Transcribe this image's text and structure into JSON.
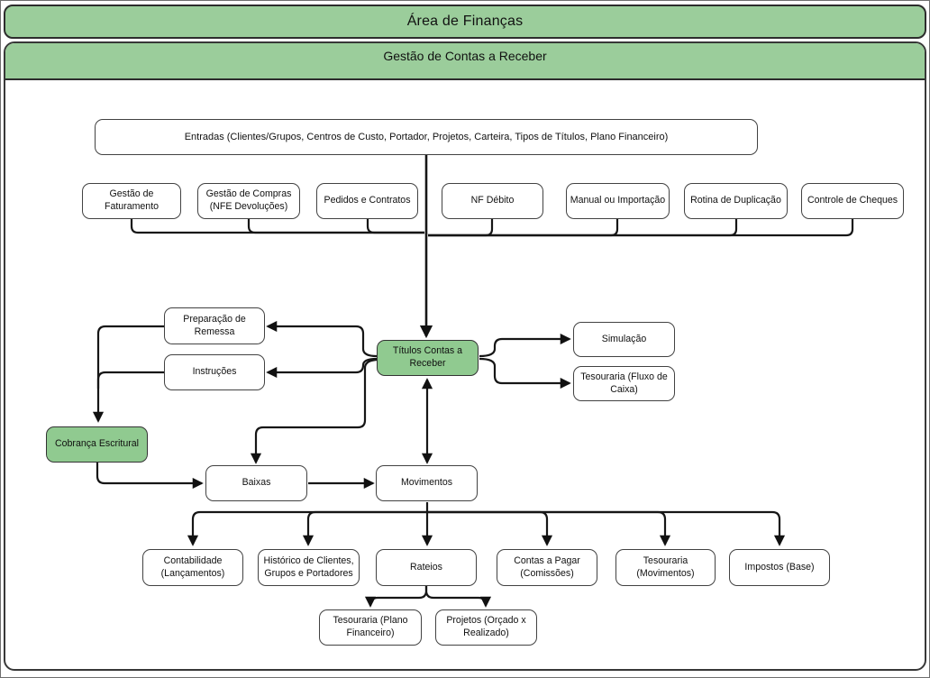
{
  "header": {
    "title": "Área de Finanças",
    "subtitle": "Gestão de Contas a Receber"
  },
  "colors": {
    "banner_green": "#9BCD9B",
    "node_green": "#90CA90",
    "line": "#161616",
    "node_border": "#424242"
  },
  "nodes": {
    "entradas": {
      "label": "Entradas (Clientes/Grupos, Centros de Custo, Portador, Projetos, Carteira, Tipos de Títulos, Plano Financeiro)"
    },
    "gestao_faturamento": {
      "label": "Gestão de Faturamento"
    },
    "gestao_compras": {
      "label": "Gestão de Compras (NFE Devoluções)"
    },
    "pedidos_contratos": {
      "label": "Pedidos e Contratos"
    },
    "nf_debito": {
      "label": "NF Débito"
    },
    "manual_importacao": {
      "label": "Manual ou Importação"
    },
    "rotina_duplicacao": {
      "label": "Rotina de Duplicação"
    },
    "controle_cheques": {
      "label": "Controle de Cheques"
    },
    "preparacao_remessa": {
      "label": "Preparação de Remessa"
    },
    "instrucoes": {
      "label": "Instruções"
    },
    "titulos_contas_receber": {
      "label": "Títulos Contas a Receber"
    },
    "simulacao": {
      "label": "Simulação"
    },
    "tesouraria_fluxo_caixa": {
      "label": "Tesouraria (Fluxo de Caixa)"
    },
    "cobranca_escritural": {
      "label": "Cobrança Escritural"
    },
    "baixas": {
      "label": "Baixas"
    },
    "movimentos": {
      "label": "Movimentos"
    },
    "contabilidade": {
      "label": "Contabilidade (Lançamentos)"
    },
    "historico_clientes": {
      "label": "Histórico de Clientes, Grupos e Portadores"
    },
    "rateios": {
      "label": "Rateios"
    },
    "contas_pagar": {
      "label": "Contas a Pagar (Comissões)"
    },
    "tesouraria_movimentos": {
      "label": "Tesouraria (Movimentos)"
    },
    "impostos": {
      "label": "Impostos (Base)"
    },
    "tesouraria_plano": {
      "label": "Tesouraria (Plano Financeiro)"
    },
    "projetos": {
      "label": "Projetos (Orçado x Realizado)"
    }
  },
  "edges": [
    {
      "from": "entradas",
      "to": "titulos_contas_receber"
    },
    {
      "from": "gestao_faturamento",
      "to": "titulos_contas_receber"
    },
    {
      "from": "gestao_compras",
      "to": "titulos_contas_receber"
    },
    {
      "from": "pedidos_contratos",
      "to": "titulos_contas_receber"
    },
    {
      "from": "nf_debito",
      "to": "titulos_contas_receber"
    },
    {
      "from": "manual_importacao",
      "to": "titulos_contas_receber"
    },
    {
      "from": "rotina_duplicacao",
      "to": "titulos_contas_receber"
    },
    {
      "from": "controle_cheques",
      "to": "titulos_contas_receber"
    },
    {
      "from": "titulos_contas_receber",
      "to": "preparacao_remessa"
    },
    {
      "from": "titulos_contas_receber",
      "to": "instrucoes"
    },
    {
      "from": "titulos_contas_receber",
      "to": "baixas"
    },
    {
      "from": "titulos_contas_receber",
      "to": "simulacao"
    },
    {
      "from": "titulos_contas_receber",
      "to": "tesouraria_fluxo_caixa"
    },
    {
      "from": "titulos_contas_receber",
      "to": "movimentos",
      "bidirectional": true
    },
    {
      "from": "preparacao_remessa",
      "to": "cobranca_escritural"
    },
    {
      "from": "instrucoes",
      "to": "cobranca_escritural"
    },
    {
      "from": "cobranca_escritural",
      "to": "baixas"
    },
    {
      "from": "baixas",
      "to": "movimentos"
    },
    {
      "from": "movimentos",
      "to": "contabilidade"
    },
    {
      "from": "movimentos",
      "to": "historico_clientes"
    },
    {
      "from": "movimentos",
      "to": "rateios"
    },
    {
      "from": "movimentos",
      "to": "contas_pagar"
    },
    {
      "from": "movimentos",
      "to": "tesouraria_movimentos"
    },
    {
      "from": "movimentos",
      "to": "impostos"
    },
    {
      "from": "rateios",
      "to": "tesouraria_plano"
    },
    {
      "from": "rateios",
      "to": "projetos"
    }
  ]
}
